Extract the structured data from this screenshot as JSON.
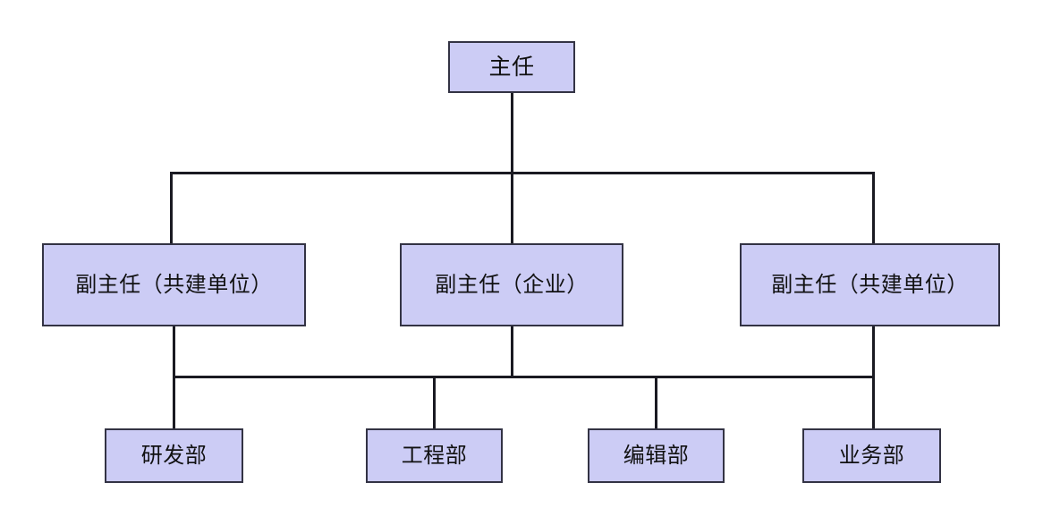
{
  "chart_data": {
    "type": "diagram",
    "diagram_kind": "organizational-chart",
    "orientation": "top-down",
    "box_fill": "#ccccf5",
    "box_border": "#333344",
    "line_color": "#1a1a22",
    "background": "#ffffff",
    "levels": [
      {
        "level": 1,
        "nodes": [
          "主任"
        ]
      },
      {
        "level": 2,
        "nodes": [
          "副主任（共建单位）",
          "副主任（企业）",
          "副主任（共建单位）"
        ]
      },
      {
        "level": 3,
        "nodes": [
          "研发部",
          "工程部",
          "编辑部",
          "业务部"
        ]
      }
    ],
    "edges": [
      {
        "from": "主任",
        "to": "副主任（共建单位）"
      },
      {
        "from": "主任",
        "to": "副主任（企业）"
      },
      {
        "from": "主任",
        "to": "副主任（共建单位）"
      },
      {
        "from": "副主任",
        "to": "研发部"
      },
      {
        "from": "副主任",
        "to": "工程部"
      },
      {
        "from": "副主任",
        "to": "编辑部"
      },
      {
        "from": "副主任",
        "to": "业务部"
      }
    ]
  },
  "chart": {
    "director": {
      "label": "主任"
    },
    "deputies": [
      {
        "label": "副主任（共建单位）"
      },
      {
        "label": "副主任（企业）"
      },
      {
        "label": "副主任（共建单位）"
      }
    ],
    "departments": [
      {
        "label": "研发部"
      },
      {
        "label": "工程部"
      },
      {
        "label": "编辑部"
      },
      {
        "label": "业务部"
      }
    ]
  }
}
